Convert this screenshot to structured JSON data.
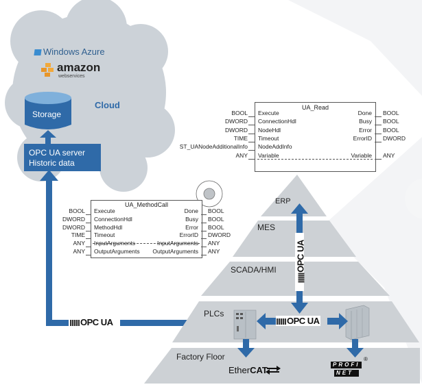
{
  "cloud": {
    "label": "Cloud",
    "providers": [
      {
        "name": "Windows Azure",
        "icon": "windows-flag-icon"
      },
      {
        "name": "amazon",
        "subtitle": "webservices",
        "icon": "aws-cubes-icon"
      }
    ],
    "storage_label": "Storage",
    "server_lines": [
      "OPC UA server",
      "Historic data"
    ]
  },
  "ua_read": {
    "title": "UA_Read",
    "inputs": [
      {
        "type": "BOOL",
        "name": "Execute"
      },
      {
        "type": "DWORD",
        "name": "ConnectionHdl"
      },
      {
        "type": "DWORD",
        "name": "NodeHdl"
      },
      {
        "type": "TIME",
        "name": "Timeout"
      },
      {
        "type": "ST_UANodeAdditionalInfo",
        "name": "NodeAddInfo"
      },
      {
        "type": "ANY",
        "name": "Variable"
      }
    ],
    "outputs": [
      {
        "name": "Done",
        "type": "BOOL"
      },
      {
        "name": "Busy",
        "type": "BOOL"
      },
      {
        "name": "Error",
        "type": "BOOL"
      },
      {
        "name": "ErrorID",
        "type": "DWORD"
      },
      {
        "name": "",
        "type": ""
      },
      {
        "name": "Variable",
        "type": "ANY"
      }
    ]
  },
  "ua_methodcall": {
    "title": "UA_MethodCall",
    "inputs": [
      {
        "type": "BOOL",
        "name": "Execute"
      },
      {
        "type": "DWORD",
        "name": "ConnectionHdl"
      },
      {
        "type": "DWORD",
        "name": "MethodHdl"
      },
      {
        "type": "TIME",
        "name": "Timeout"
      },
      {
        "type": "ANY",
        "name": "InputArguments"
      },
      {
        "type": "ANY",
        "name": "OutputArguments"
      }
    ],
    "outputs": [
      {
        "name": "Done",
        "type": "BOOL"
      },
      {
        "name": "Busy",
        "type": "BOOL"
      },
      {
        "name": "Error",
        "type": "BOOL"
      },
      {
        "name": "ErrorID",
        "type": "DWORD"
      },
      {
        "name": "InputArguments",
        "type": "ANY"
      },
      {
        "name": "OutputArguments",
        "type": "ANY"
      }
    ]
  },
  "pyramid": {
    "layers": [
      "ERP",
      "MES",
      "SCADA/HMI",
      "PLCs",
      "Factory Floor"
    ]
  },
  "protocols": {
    "opc_ua": "OPC UA",
    "ethercat_plain": "Ether",
    "ethercat_bold": "CAT",
    "profinet_top": "PROFI",
    "profinet_bottom": "NET",
    "registered": "®"
  },
  "colors": {
    "blue": "#2f6aa8",
    "light_blue": "#7fb0db",
    "cloud_gray": "#ccd2d8",
    "pyramid_gray": "#cdd1d5",
    "text_blue": "#2f6aa8"
  }
}
